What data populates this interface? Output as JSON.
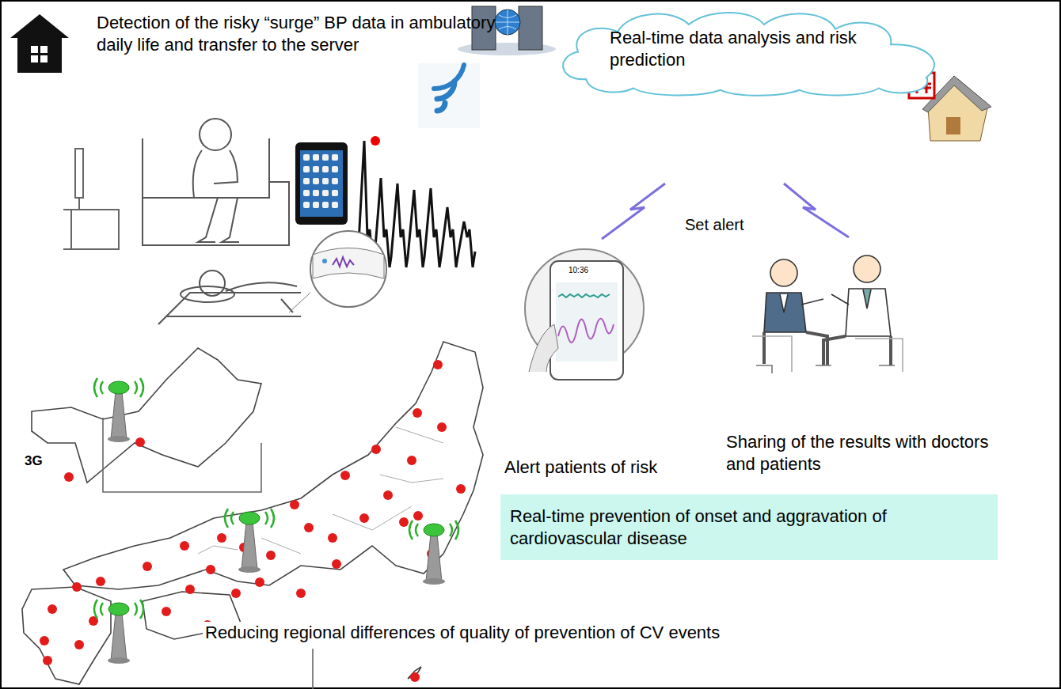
{
  "diagram": {
    "nodes": [
      {
        "text": [
          "Real-time data analysis and risk prediction"
        ]
      },
      {
        "text": [
          "Real-time prevention of onset and aggravation of cardiovascular disease"
        ]
      }
    ],
    "labels": [
      "Detection of the risky “surge” BP data in ambulatory daily life and transfer to the server",
      "3G",
      "10:36",
      "Set alert",
      "Alert patients of risk",
      "Sharing of the results with doctors and patients",
      "Reducing regional differences of quality of prevention of CV events"
    ]
  }
}
